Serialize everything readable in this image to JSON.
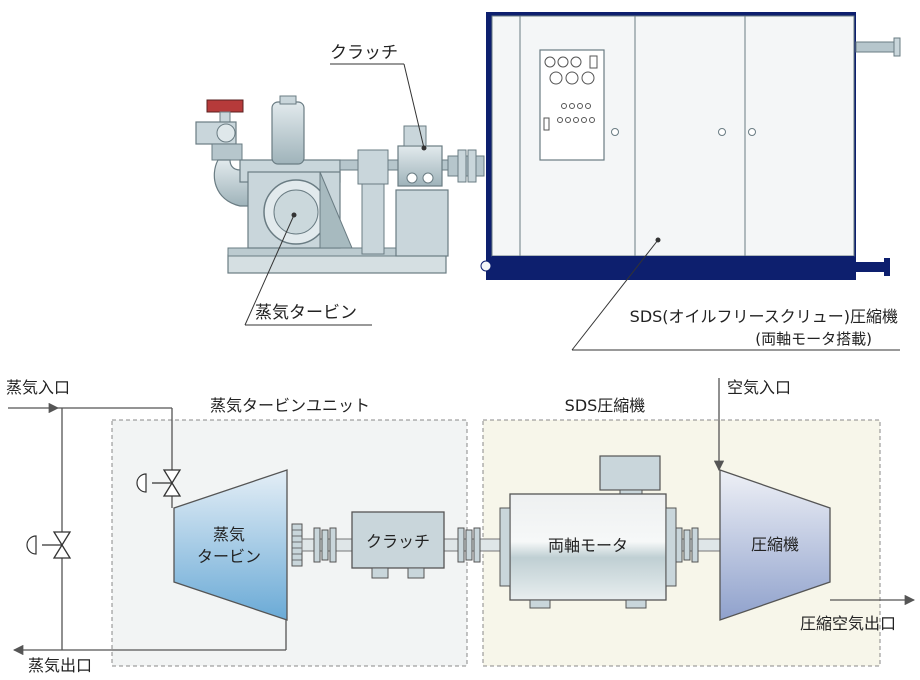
{
  "illustration": {
    "clutch_callout": "クラッチ",
    "turbine_callout": "蒸気タービン",
    "compressor_callout_line1": "SDS(オイルフリースクリュー)圧縮機",
    "compressor_callout_line2": "(両軸モータ搭載)"
  },
  "schematic": {
    "steam_inlet": "蒸気入口",
    "steam_outlet": "蒸気出口",
    "air_inlet": "空気入口",
    "compressed_air_outlet": "圧縮空気出口",
    "turbine_unit_title": "蒸気タービンユニット",
    "compressor_unit_title": "SDS圧縮機",
    "turbine_label_line1": "蒸気",
    "turbine_label_line2": "タービン",
    "clutch_label": "クラッチ",
    "motor_label": "両軸モータ",
    "compressor_label": "圧縮機"
  },
  "colors": {
    "cabinet_frame": "#0d1f6e",
    "machine_gray": "#c9d6db",
    "turbine_blue": "#6aaad6",
    "compressor_blue": "#8fa1cc",
    "turbine_unit_bg": "#f2f4f4",
    "compressor_unit_bg": "#f7f6ea"
  }
}
